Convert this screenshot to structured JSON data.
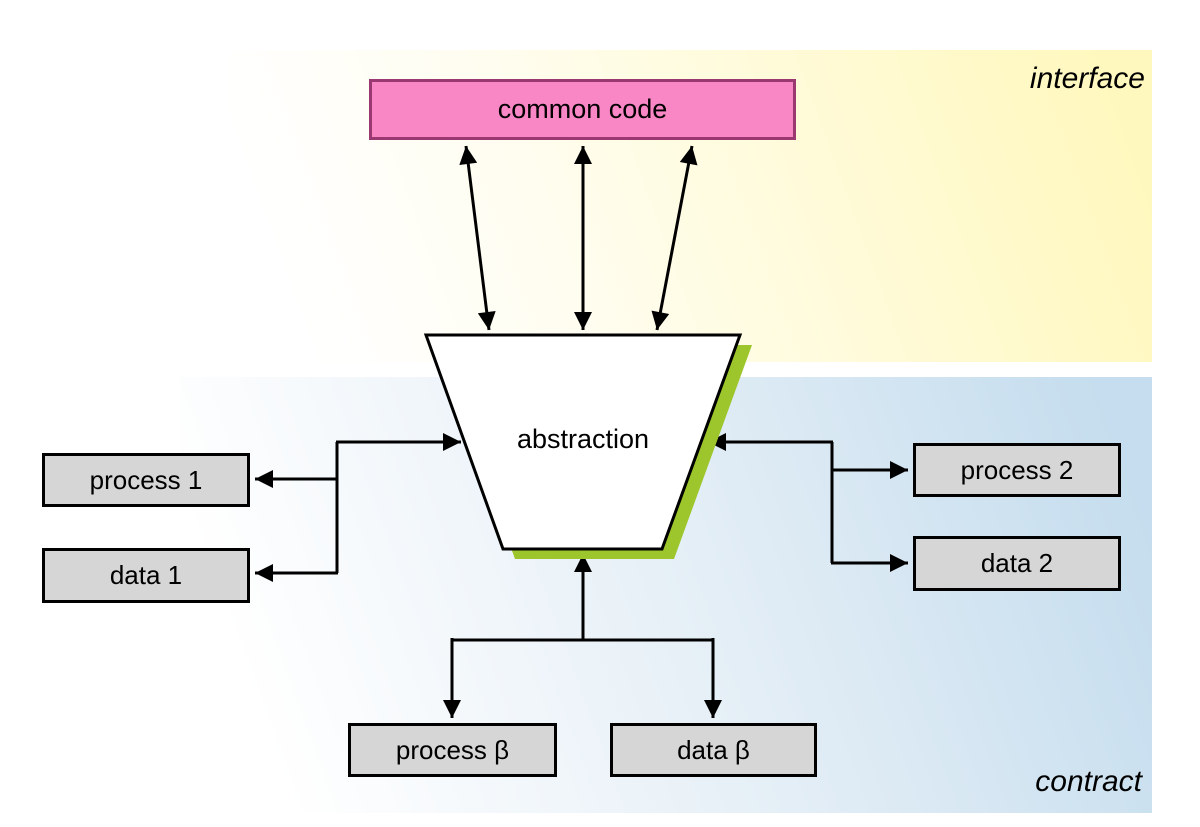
{
  "regions": {
    "interface": {
      "label": "interface",
      "color": "#fff8be"
    },
    "contract": {
      "label": "contract",
      "color": "#c5ddee"
    }
  },
  "nodes": {
    "common_code": {
      "label": "common code",
      "fill": "#f986c5",
      "border": "#9c3871"
    },
    "abstraction": {
      "label": "abstraction",
      "fill": "#ffffff",
      "shadow": "#9dc62d"
    },
    "process1": {
      "label": "process 1",
      "fill": "#d6d6d6"
    },
    "data1": {
      "label": "data 1",
      "fill": "#d6d6d6"
    },
    "process2": {
      "label": "process 2",
      "fill": "#d6d6d6"
    },
    "data2": {
      "label": "data 2",
      "fill": "#d6d6d6"
    },
    "process_beta": {
      "label": "process β",
      "fill": "#d6d6d6"
    },
    "data_beta": {
      "label": "data β",
      "fill": "#d6d6d6"
    }
  },
  "edges": [
    {
      "from": "common_code",
      "to": "abstraction",
      "style": "bidirectional",
      "count": 3
    },
    {
      "from": "junction_left",
      "to": "abstraction",
      "style": "arrow"
    },
    {
      "from": "junction_left",
      "to": "process1",
      "style": "arrow"
    },
    {
      "from": "junction_left",
      "to": "data1",
      "style": "arrow"
    },
    {
      "from": "junction_right",
      "to": "abstraction",
      "style": "arrow"
    },
    {
      "from": "junction_right",
      "to": "process2",
      "style": "arrow"
    },
    {
      "from": "junction_right",
      "to": "data2",
      "style": "arrow"
    },
    {
      "from": "junction_bottom",
      "to": "abstraction",
      "style": "arrow"
    },
    {
      "from": "junction_bottom",
      "to": "process_beta",
      "style": "arrow"
    },
    {
      "from": "junction_bottom",
      "to": "data_beta",
      "style": "arrow"
    }
  ]
}
